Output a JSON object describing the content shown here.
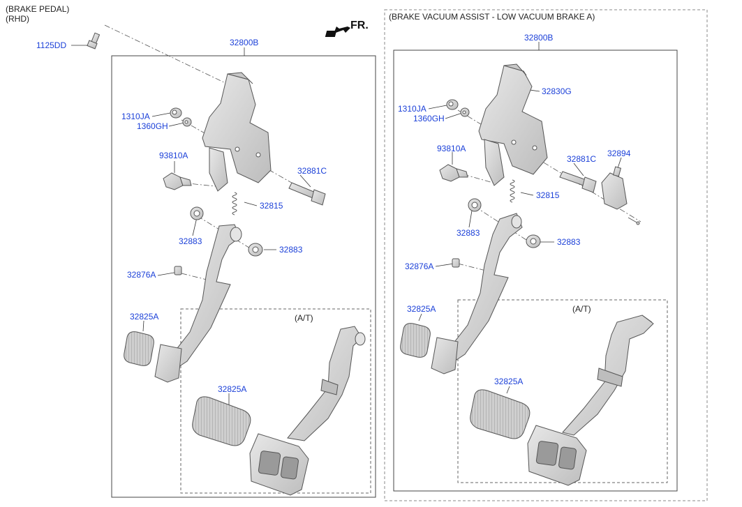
{
  "left": {
    "title_line1": "(BRAKE PEDAL)",
    "title_line2": "(RHD)",
    "front_label": "FR.",
    "assembly": "32800B",
    "at_label": "(A/T)",
    "parts": {
      "bolt_top": "1125DD",
      "bushing": "1310JA",
      "washer": "1360GH",
      "switch": "93810A",
      "bolt": "32881C",
      "spring": "32815",
      "bush_a": "32883",
      "bush_b": "32883",
      "stopper": "32876A",
      "pad": "32825A",
      "pad_at": "32825A"
    }
  },
  "right": {
    "title": "(BRAKE VACUUM ASSIST - LOW VACUUM BRAKE A)",
    "assembly": "32800B",
    "at_label": "(A/T)",
    "parts": {
      "bracket": "32830G",
      "bushing": "1310JA",
      "washer": "1360GH",
      "switch": "93810A",
      "bolt": "32881C",
      "sensor": "32894",
      "spring": "32815",
      "bush_a": "32883",
      "bush_b": "32883",
      "stopper": "32876A",
      "pad": "32825A",
      "pad_at": "32825A"
    }
  },
  "colors": {
    "label": "#1a3fd8",
    "part_fill": "#d9d9d9",
    "part_stroke": "#555555",
    "frame": "#444444"
  }
}
